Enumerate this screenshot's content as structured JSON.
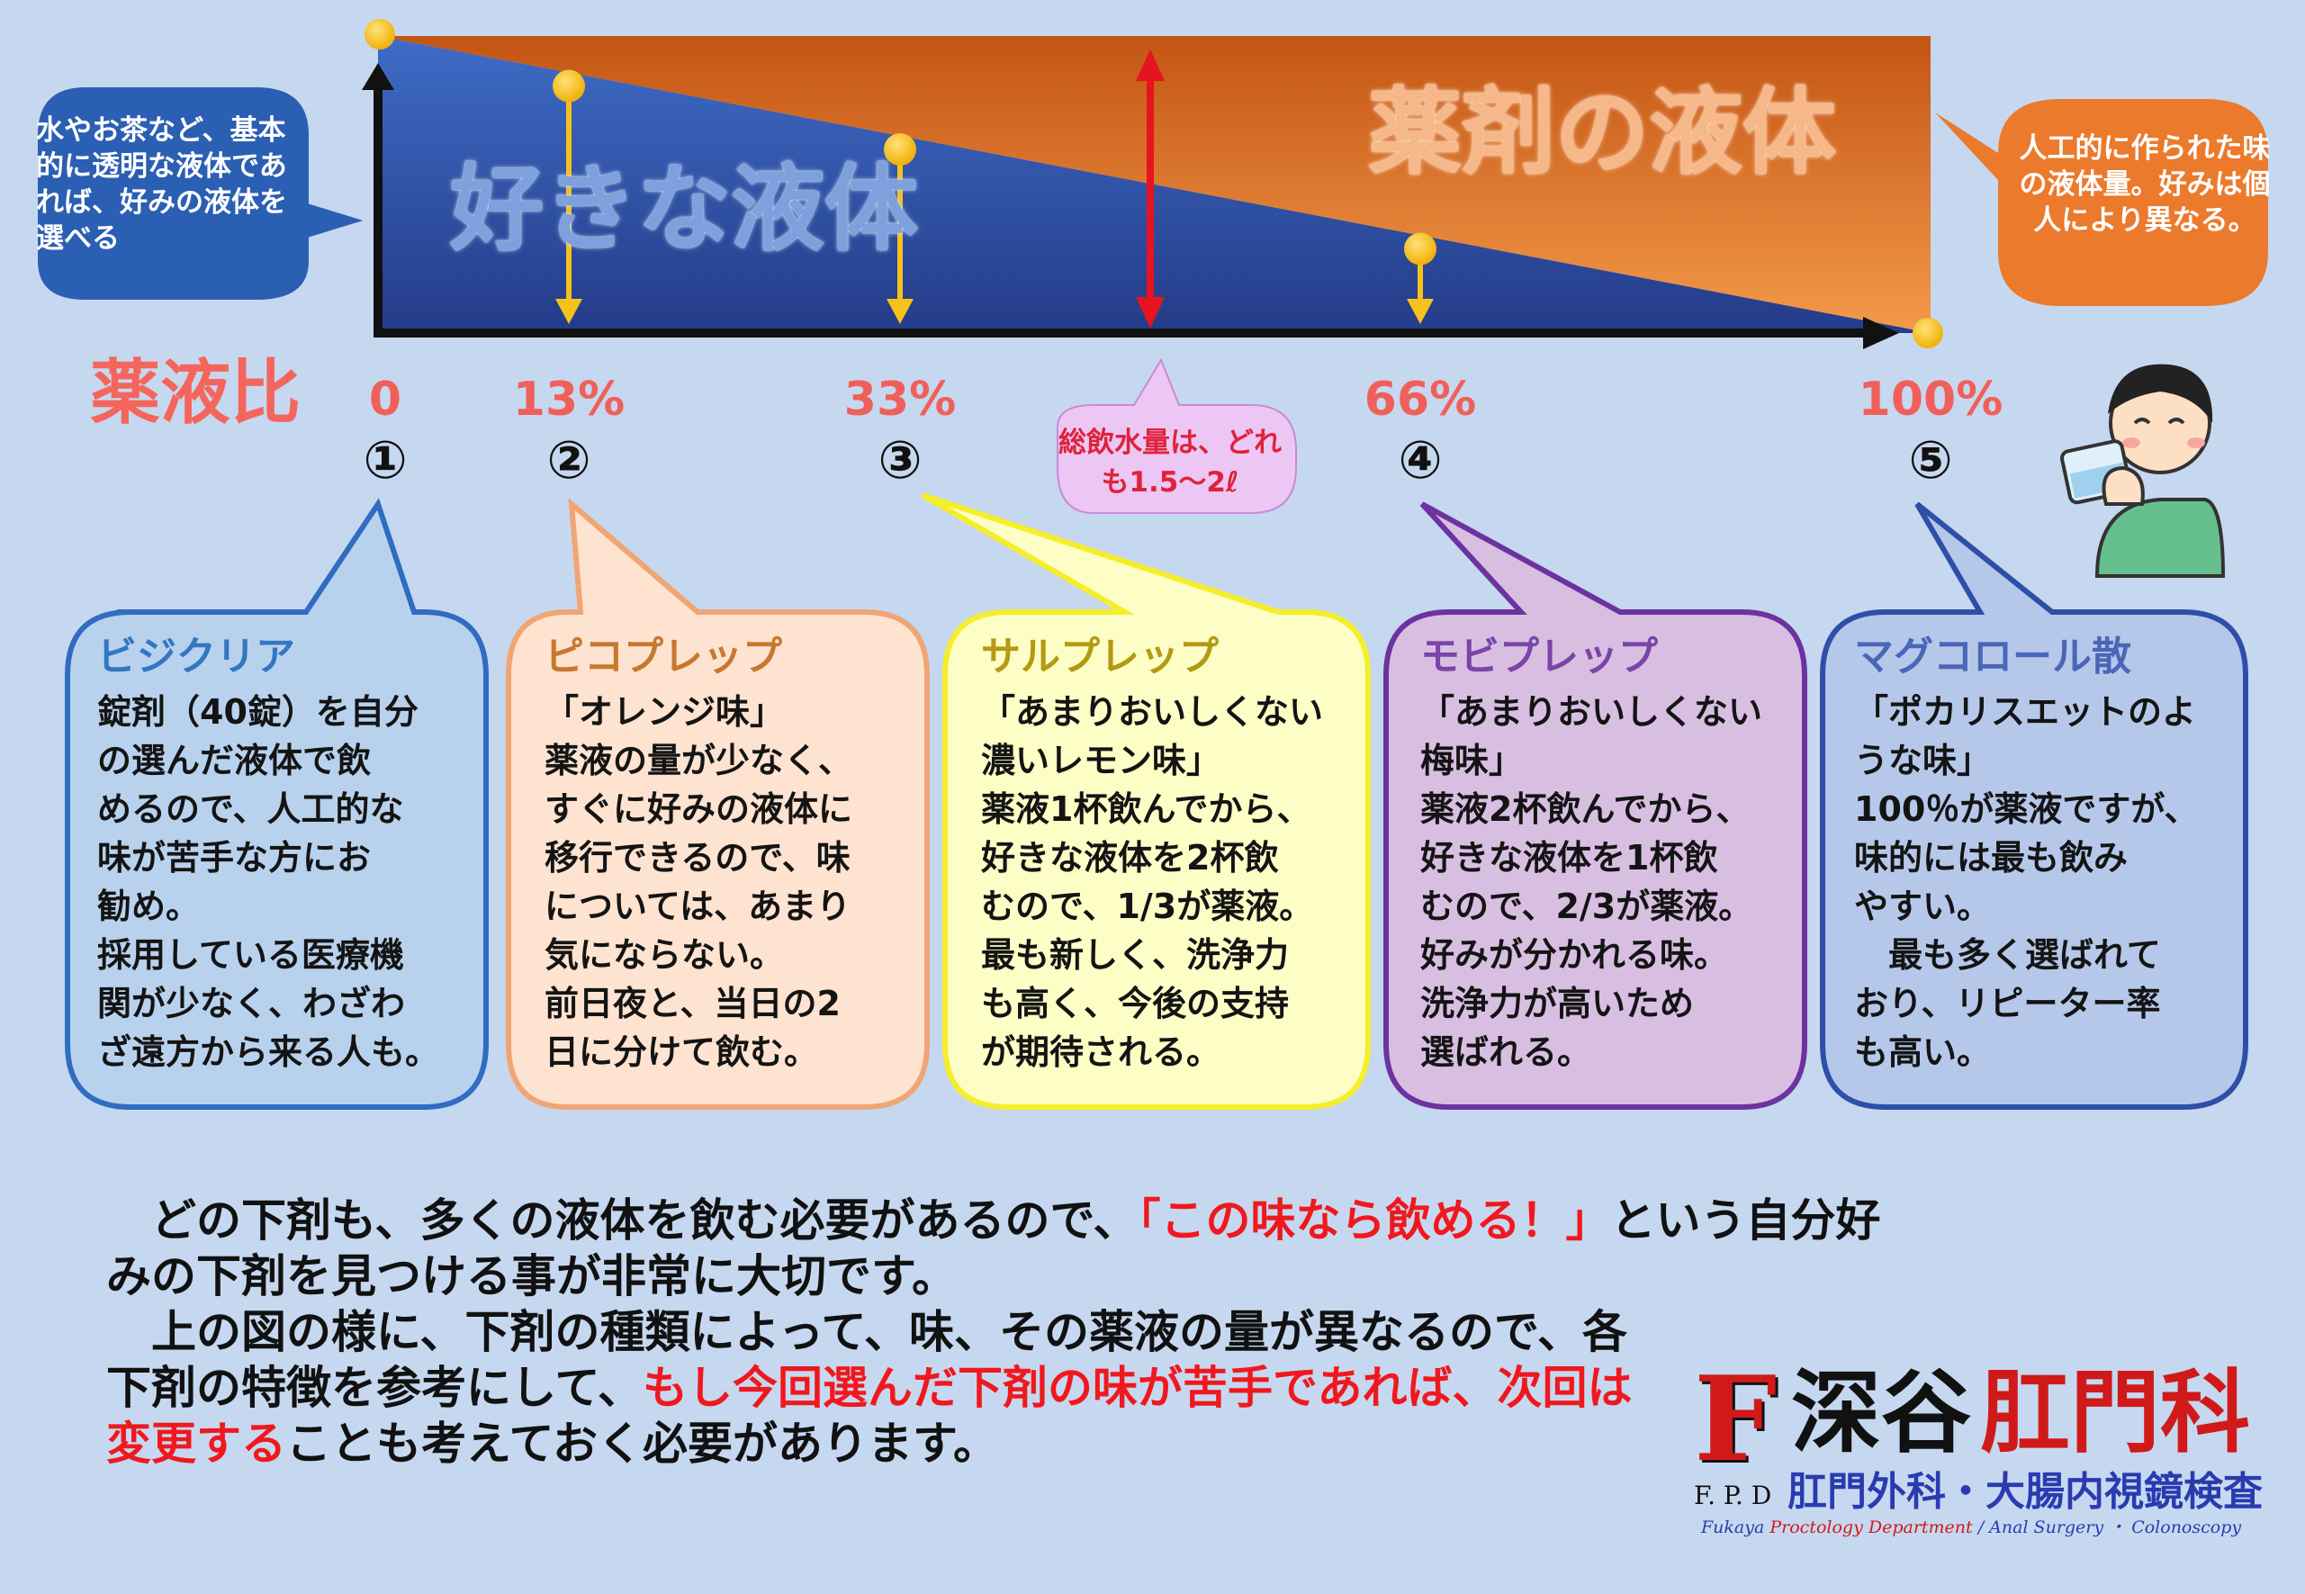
{
  "chart_labels": {
    "liked_liquid": "好きな液体",
    "drug_liquid": "薬剤の液体",
    "ratio_title": "薬液比",
    "total_note": "総飲水量は、どれも1.5～2ℓ"
  },
  "left_note": "水やお茶など、基本的に透明な液体であれば、好みの液体を選べる",
  "right_note": "人工的に作られた味の液体量。好みは個人により異なる。",
  "markers": [
    {
      "number": "①",
      "ratio_label": "0",
      "ratio": 0
    },
    {
      "number": "②",
      "ratio_label": "13%",
      "ratio": 0.13
    },
    {
      "number": "③",
      "ratio_label": "33%",
      "ratio": 0.33
    },
    {
      "number": "④",
      "ratio_label": "66%",
      "ratio": 0.66
    },
    {
      "number": "⑤",
      "ratio_label": "100%",
      "ratio": 1.0
    }
  ],
  "cards": [
    {
      "title": "ビジクリア",
      "body": "錠剤（40錠）を自分\nの選んだ液体で飲\nめるので、人工的な\n味が苦手な方にお\n勧め。\n採用している医療機\n関が少なく、わざわ\nざ遠方から来る人も。",
      "color": "#3476c0"
    },
    {
      "title": "ピコプレップ",
      "body": "「オレンジ味」\n薬液の量が少なく、\nすぐに好みの液体に\n移行できるので、味\nについては、あまり\n気にならない。\n前日夜と、当日の2\n日に分けて飲む。",
      "color": "#c8782e"
    },
    {
      "title": "サルプレップ",
      "body": "「あまりおいしくない\n濃いレモン味」\n薬液1杯飲んでから、\n好きな液体を2杯飲\nむので、1/3が薬液。\n最も新しく、洗浄力\nも高く、今後の支持\nが期待される。",
      "color": "#b39a12"
    },
    {
      "title": "モビプレップ",
      "body": "「あまりおいしくない\n梅味」\n薬液2杯飲んでから、\n好きな液体を1杯飲\nむので、2/3が薬液。\n好みが分かれる味。\n洗浄力が高いため\n選ばれる。",
      "color": "#7a44a8"
    },
    {
      "title": "マグコロール散",
      "body": "「ポカリスエットのよ\nうな味」\n100％が薬液ですが、\n味的には最も飲み\nやすい。\n　最も多く選ばれて\nおり、リピーター率\nも高い。",
      "color": "#4a66b8"
    }
  ],
  "paragraph": {
    "p1_a": "　どの下剤も、多くの液体を飲む必要があるので、",
    "p1_red": "「この味なら飲める！」",
    "p1_b": "という自分好みの下剤を見つける事が非常に大切です。",
    "p2_a": "　上の図の様に、下剤の種類によって、味、その薬液の量が異なるので、各下剤の特徴を参考にして、",
    "p2_red": "もし今回選んだ下剤の味が苦手であれば、次回は変更する",
    "p2_b": "ことも考えておく必要があります。"
  },
  "logo": {
    "mark": "F",
    "name_black": "深谷",
    "name_red": "肛門科",
    "fpd": "F. P. D",
    "subtitle": "肛門外科・大腸内視鏡検査",
    "eng_1": "Fukaya",
    "eng_2": "Proctology Department",
    "eng_3": "/ Anal Surgery ・ Colonoscopy"
  },
  "colors": {
    "background": "#c6d8ef",
    "liked_blue": "#3757b0",
    "drug_orange": "#e67d32",
    "ratio_red": "#f0605a",
    "marker_yellow": "#f4c21b",
    "total_arrow_red": "#e5141e",
    "emphasis_red": "#f0181e"
  }
}
